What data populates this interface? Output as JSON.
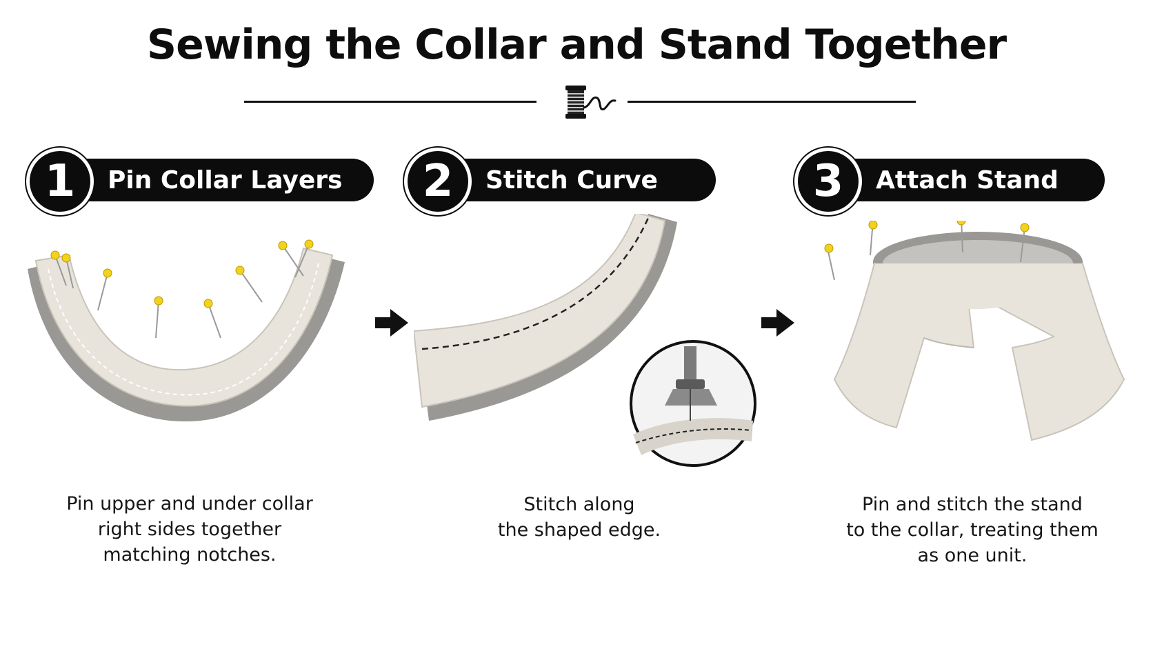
{
  "title": "Sewing the Collar and Stand Together",
  "steps": [
    {
      "number": "1",
      "heading": "Pin Collar Layers",
      "caption_lines": [
        "Pin upper and under collar",
        "right sides together",
        "matching notches."
      ],
      "illustration_icon": "pinned-curved-collar-icon"
    },
    {
      "number": "2",
      "heading": "Stitch Curve",
      "caption_lines": [
        "Stitch along",
        "the shaped edge."
      ],
      "illustration_icon": "stitched-curve-icon",
      "inset_icon": "sewing-machine-foot-icon"
    },
    {
      "number": "3",
      "heading": "Attach Stand",
      "caption_lines": [
        "Pin and stitch the stand",
        "to the collar, treating them",
        "as one unit."
      ],
      "illustration_icon": "collar-with-stand-icon"
    }
  ],
  "icons": {
    "divider": "thread-spool-icon",
    "next": "arrow-right-icon"
  },
  "colors": {
    "accent": "#0c0c0c",
    "fabric_light": "#e8e4dc",
    "fabric_dark": "#9a9894",
    "pin_head": "#f2d21c"
  }
}
